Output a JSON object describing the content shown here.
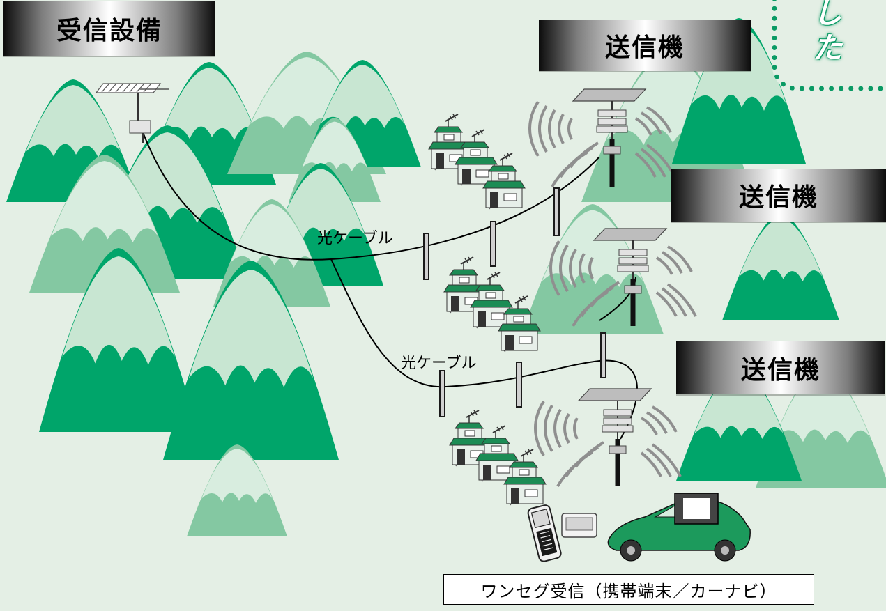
{
  "banners": {
    "reception": "受信設備",
    "transmitter_1": "送信機",
    "transmitter_2": "送信機",
    "transmitter_3": "送信機"
  },
  "cables": {
    "label_1": "光ケーブル",
    "label_2": "光ケーブル"
  },
  "caption": "ワンセグ受信（携帯端末／カーナビ）",
  "corner_badge": {
    "chars": [
      "し",
      "た"
    ]
  },
  "colors": {
    "background": "#e4efe5",
    "mountain_dark": "#00a56a",
    "mountain_mid": "#38b37f",
    "mountain_light": "#84c8a2",
    "snow": "#c8e6d2",
    "badge": "#0a9a64"
  },
  "icons": [
    "antenna-icon",
    "transmitter-tower-icon",
    "house-cluster-icon",
    "mobile-phone-icon",
    "car-navigation-icon",
    "radio-wave-icon"
  ]
}
